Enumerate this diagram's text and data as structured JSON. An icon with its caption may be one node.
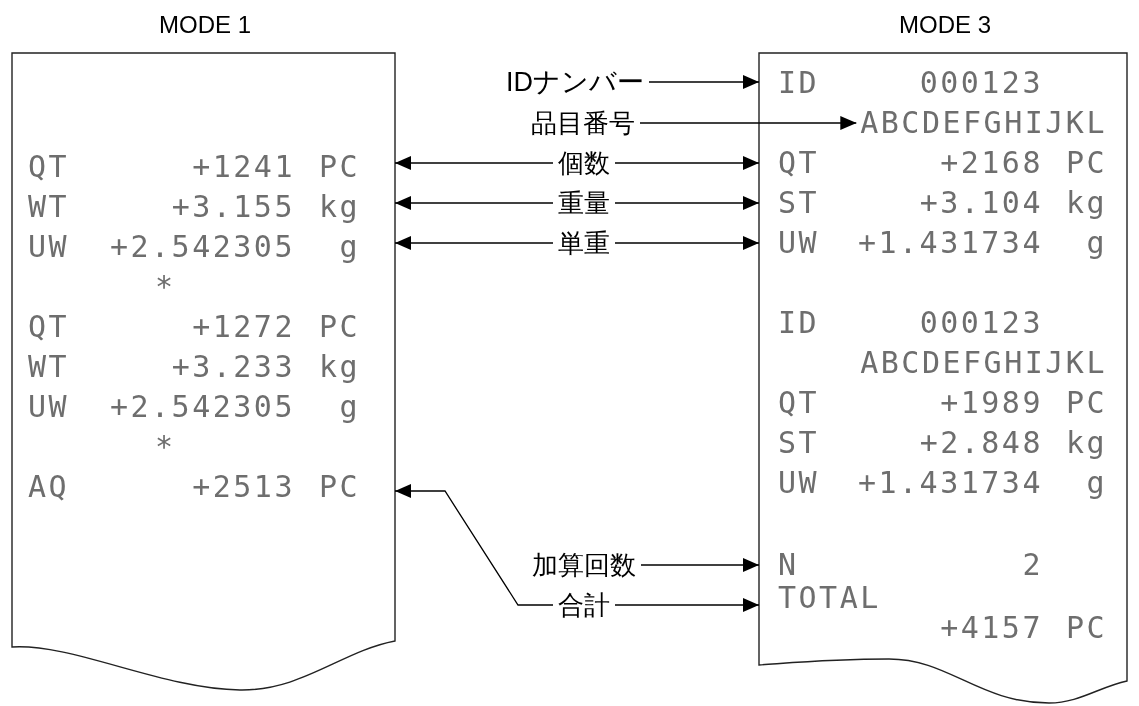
{
  "diagram": {
    "nodes": [
      {
        "text": [
          "MODE 1"
        ]
      },
      {
        "text": [
          "QT",
          "+1241",
          "PC"
        ],
        "in": 0
      },
      {
        "text": [
          "WT",
          "+3.155",
          "kg"
        ],
        "in": 0
      },
      {
        "text": [
          "UW",
          "+2.542305",
          "g"
        ],
        "in": 0
      },
      {
        "text": [
          "*"
        ],
        "in": 0
      },
      {
        "text": [
          "QT",
          "+1272",
          "PC"
        ],
        "in": 0
      },
      {
        "text": [
          "WT",
          "+3.233",
          "kg"
        ],
        "in": 0
      },
      {
        "text": [
          "UW",
          "+2.542305",
          "g"
        ],
        "in": 0
      },
      {
        "text": [
          "*"
        ],
        "in": 0
      },
      {
        "text": [
          "AQ",
          "+2513",
          "PC"
        ],
        "in": 0
      },
      {
        "text": [
          "MODE 3"
        ]
      },
      {
        "text": [
          "ID",
          "000123"
        ],
        "in": 10
      },
      {
        "text": [
          "ABCDEFGHIJKL"
        ],
        "in": 10
      },
      {
        "text": [
          "QT",
          "+2168",
          "PC"
        ],
        "in": 10
      },
      {
        "text": [
          "ST",
          "+3.104",
          "kg"
        ],
        "in": 10
      },
      {
        "text": [
          "UW",
          "+1.431734",
          "g"
        ],
        "in": 10
      },
      {
        "text": [
          "ID",
          "000123"
        ],
        "in": 10
      },
      {
        "text": [
          "ABCDEFGHIJKL"
        ],
        "in": 10
      },
      {
        "text": [
          "QT",
          "+1989",
          "PC"
        ],
        "in": 10
      },
      {
        "text": [
          "ST",
          "+2.848",
          "kg"
        ],
        "in": 10
      },
      {
        "text": [
          "UW",
          "+1.431734",
          "g"
        ],
        "in": 10
      },
      {
        "text": [
          "N",
          "2"
        ],
        "in": 10
      },
      {
        "text": [
          "TOTAL",
          "+4157",
          "PC"
        ],
        "in": 10
      },
      {
        "text": [
          "IDナンバー"
        ]
      },
      {
        "text": [
          "品目番号"
        ]
      },
      {
        "text": [
          "個数"
        ]
      },
      {
        "text": [
          "重量"
        ]
      },
      {
        "text": [
          "単重"
        ]
      },
      {
        "text": [
          "加算回数"
        ]
      },
      {
        "text": [
          "合計"
        ]
      }
    ],
    "edges": [
      {
        "from": 23,
        "to": 11,
        "arrow": "to"
      },
      {
        "from": 24,
        "to": 12,
        "arrow": "to"
      },
      {
        "from": 25,
        "to": 1,
        "arrow": "to"
      },
      {
        "from": 25,
        "to": 13,
        "arrow": "to"
      },
      {
        "from": 26,
        "to": 2,
        "arrow": "to"
      },
      {
        "from": 26,
        "to": 14,
        "arrow": "to"
      },
      {
        "from": 27,
        "to": 3,
        "arrow": "to"
      },
      {
        "from": 27,
        "to": 15,
        "arrow": "to"
      },
      {
        "from": 28,
        "to": 21,
        "arrow": "to"
      },
      {
        "from": 29,
        "to": 9,
        "arrow": "to"
      },
      {
        "from": 29,
        "to": 22,
        "arrow": "to"
      }
    ]
  }
}
